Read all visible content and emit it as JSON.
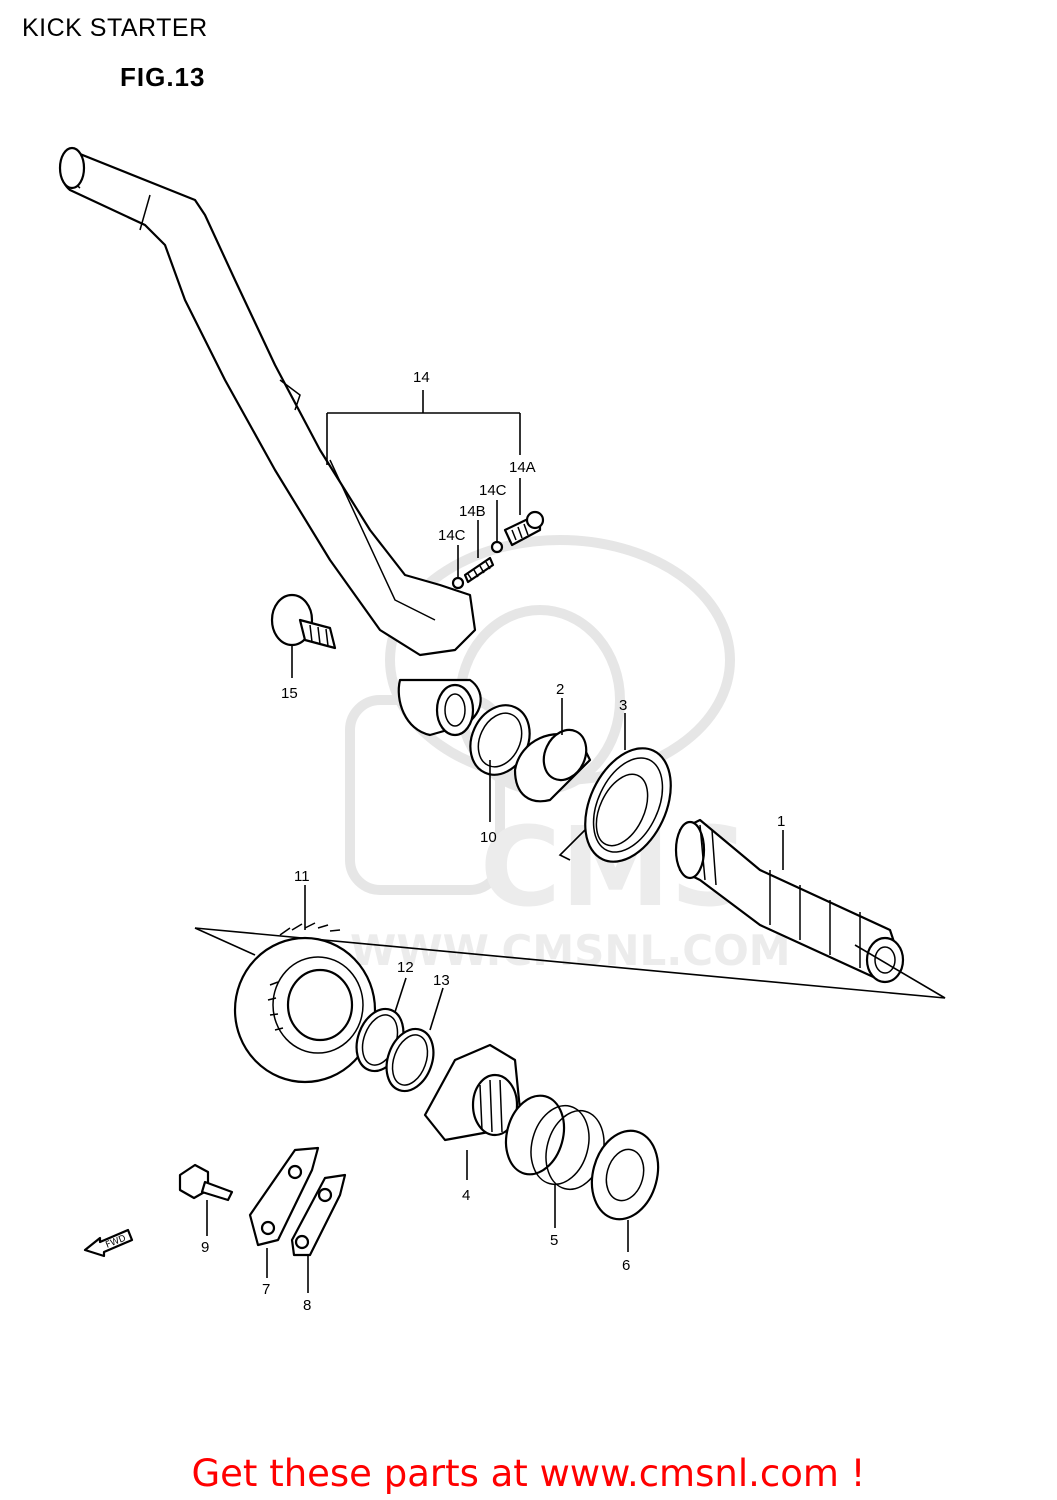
{
  "title": "KICK STARTER",
  "figure": "FIG.13",
  "watermark": {
    "brand": "CMS",
    "url": "WWW.CMSNL.COM"
  },
  "fwd_label": "FWD",
  "callouts": {
    "p1": "1",
    "p2": "2",
    "p3": "3",
    "p4": "4",
    "p5": "5",
    "p6": "6",
    "p7": "7",
    "p8": "8",
    "p9": "9",
    "p10": "10",
    "p11": "11",
    "p12": "12",
    "p13": "13",
    "p14": "14",
    "p14a": "14A",
    "p14b": "14B",
    "p14c1": "14C",
    "p14c2": "14C",
    "p15": "15"
  },
  "footer": {
    "link_text": "Get these parts at www.cmsnl.com !",
    "link_color": "#ff0000"
  }
}
